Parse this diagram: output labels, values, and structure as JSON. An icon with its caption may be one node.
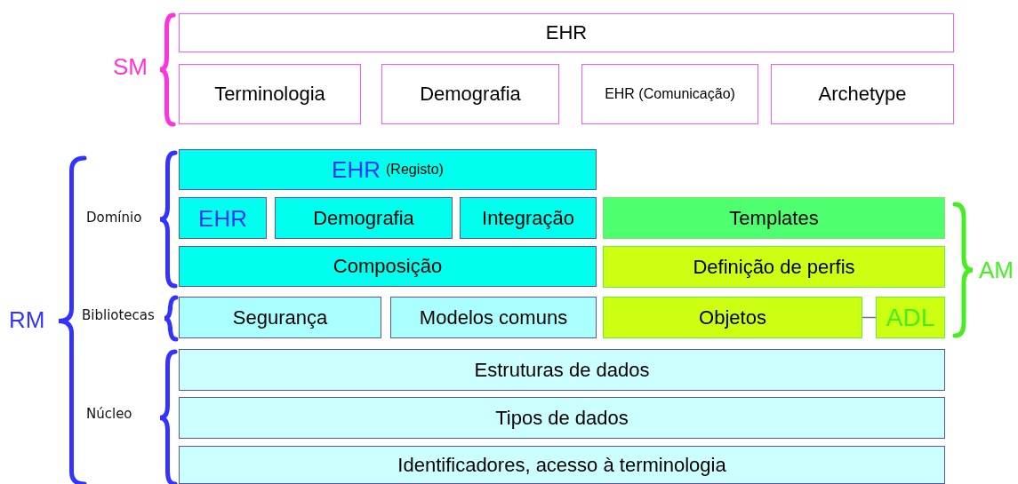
{
  "diagram": {
    "nodes": [
      {
        "text": [
          "EHR"
        ]
      },
      {
        "text": [
          "Terminologia"
        ]
      },
      {
        "text": [
          "Demografia"
        ]
      },
      {
        "text": [
          "EHR (Comunicação)"
        ]
      },
      {
        "text": [
          "Archetype"
        ]
      },
      {
        "text": [
          "EHR",
          "(Registo)"
        ]
      },
      {
        "text": [
          "EHR"
        ]
      },
      {
        "text": [
          "Demografia"
        ]
      },
      {
        "text": [
          "Integração"
        ]
      },
      {
        "text": [
          "Composição"
        ]
      },
      {
        "text": [
          "Templates"
        ]
      },
      {
        "text": [
          "Definição de perfis"
        ]
      },
      {
        "text": [
          "Segurança"
        ]
      },
      {
        "text": [
          "Modelos comuns"
        ]
      },
      {
        "text": [
          "Objetos"
        ]
      },
      {
        "text": [
          "ADL"
        ]
      },
      {
        "text": [
          "Estruturas de dados"
        ]
      },
      {
        "text": [
          "Tipos de dados"
        ]
      },
      {
        "text": [
          "Identificadores, acesso à terminologia"
        ]
      }
    ],
    "edges": [
      {
        "from": 14,
        "to": 15,
        "arrow": "none"
      }
    ],
    "labels": [
      "SM",
      "Domínio",
      "RM",
      "Bibliotecas",
      "AM",
      "Núcleo"
    ]
  }
}
